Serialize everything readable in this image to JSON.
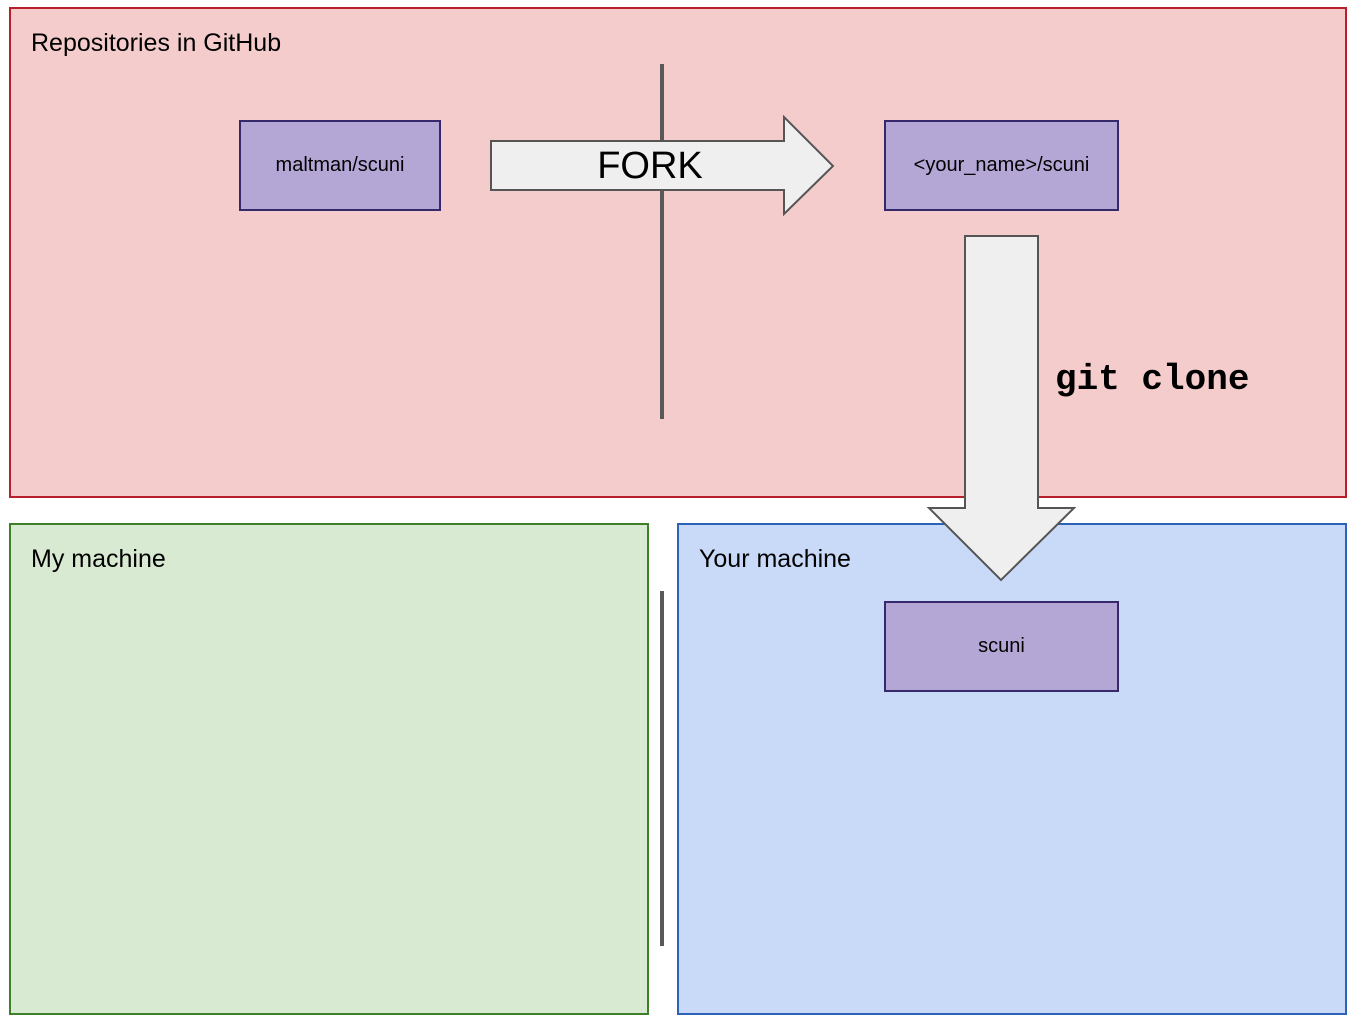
{
  "zones": {
    "github": {
      "label": "Repositories in GitHub",
      "fill": "#f4cccc",
      "border": "#b7202b"
    },
    "my_machine": {
      "label": "My machine",
      "fill": "#d9ead3",
      "border": "#3f7f2a"
    },
    "your_machine": {
      "label": "Your machine",
      "fill": "#c9daf8",
      "border": "#2c63b8"
    }
  },
  "repos": {
    "upstream": {
      "label": "maltman/scuni",
      "fill": "#b4a7d6"
    },
    "fork": {
      "label": "<your_name>/scuni",
      "fill": "#b4a7d6"
    },
    "local": {
      "label": "scuni",
      "fill": "#b4a7d6"
    }
  },
  "arrows": {
    "fork": {
      "label": "FORK",
      "fill": "#efefef",
      "stroke": "#555555"
    },
    "clone": {
      "label": "git clone",
      "fill": "#efefef",
      "stroke": "#555555"
    }
  },
  "divider_color": "#595959"
}
